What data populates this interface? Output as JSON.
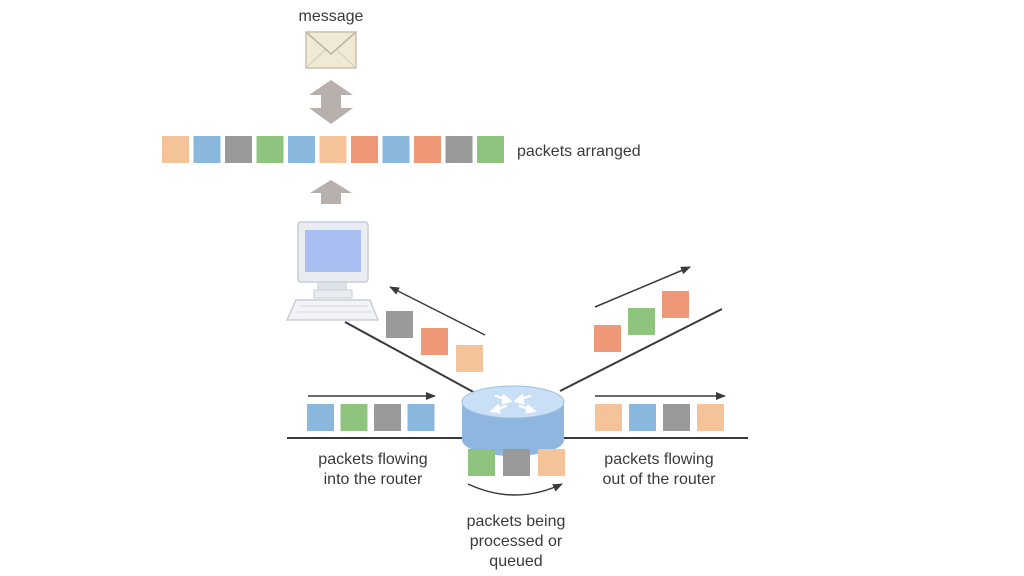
{
  "labels": {
    "message": "message",
    "packets_arranged": "packets arranged",
    "flowing_in_1": "packets flowing",
    "flowing_in_2": "into the router",
    "flowing_out_1": "packets flowing",
    "flowing_out_2": "out of the router",
    "processed_1": "packets being",
    "processed_2": "processed or",
    "processed_3": "queued"
  },
  "colors": {
    "orange": "#f4c39a",
    "blue": "#8ab8dc",
    "gray": "#9a9a9a",
    "green": "#8ec47e",
    "red": "#ee9878",
    "line": "#3a3a3a",
    "arrow_gray": "#b8b0ac",
    "envelope": "#efe9d6",
    "monitor_screen": "#a9bff2",
    "computer_body": "#e9ecf1",
    "router_top": "#c9dff5",
    "router_side": "#8fb6de"
  },
  "packet_rows": {
    "arranged": [
      "orange",
      "blue",
      "gray",
      "green",
      "blue",
      "orange",
      "red",
      "blue",
      "red",
      "gray",
      "green"
    ],
    "incoming": [
      "blue",
      "green",
      "gray",
      "blue"
    ],
    "outgoing": [
      "orange",
      "blue",
      "gray",
      "orange"
    ],
    "queued": [
      "green",
      "gray",
      "orange"
    ],
    "to_computer": [
      "gray",
      "red",
      "orange"
    ],
    "out_diagonal": [
      "red",
      "green",
      "red"
    ]
  }
}
